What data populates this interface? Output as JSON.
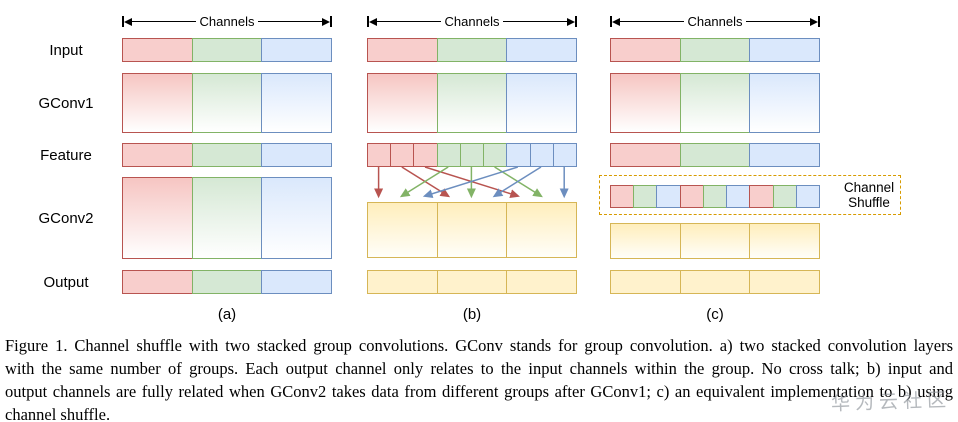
{
  "diagram": {
    "channels_label": "Channels",
    "row_labels": {
      "input": "Input",
      "gconv1": "GConv1",
      "feature": "Feature",
      "gconv2": "GConv2",
      "output": "Output"
    },
    "panels": [
      {
        "caption": "(a)"
      },
      {
        "caption": "(b)"
      },
      {
        "caption": "(c)"
      }
    ],
    "channel_shuffle_label": "Channel Shuffle",
    "groups": [
      "red",
      "green",
      "blue"
    ],
    "channels_per_group": 3,
    "panel_b_feature_sequence": [
      "red",
      "red",
      "red",
      "green",
      "green",
      "green",
      "blue",
      "blue",
      "blue"
    ],
    "panel_b_shuffle_mapping_source_to_dest": [
      [
        0,
        0
      ],
      [
        1,
        3
      ],
      [
        2,
        6
      ],
      [
        3,
        1
      ],
      [
        4,
        4
      ],
      [
        5,
        7
      ],
      [
        6,
        2
      ],
      [
        7,
        5
      ],
      [
        8,
        8
      ]
    ],
    "panel_c_shuffled_sequence": [
      "red",
      "green",
      "blue",
      "red",
      "green",
      "blue",
      "red",
      "green",
      "blue"
    ],
    "colors": {
      "red_fill": "#f8cecc",
      "red_stroke": "#b85450",
      "green_fill": "#d5e8d4",
      "green_stroke": "#82b366",
      "blue_fill": "#dae8fc",
      "blue_stroke": "#6c8ebf",
      "yellow_fill": "#fff2cc",
      "yellow_stroke": "#d6b656",
      "shuffle_box_stroke": "#d79b00"
    }
  },
  "caption": {
    "lines": [
      "Figure 1. Channel shuffle with two stacked group convolutions. GConv stands for group convolution. a) two stacked convolution layers",
      "with the same number of groups. Each output channel only relates to the input channels within the group. No cross talk; b) input and",
      "output channels are fully related when GConv2 takes data from different groups after GConv1; c) an equivalent implementation to b) using",
      "channel shuffle."
    ]
  },
  "watermark": "华为云社区"
}
